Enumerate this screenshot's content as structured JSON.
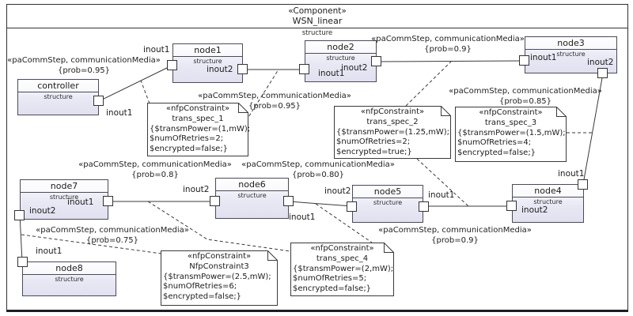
{
  "frame": {
    "stereotype": "«Component»",
    "title": "WSN_linear",
    "compartment_label": "structure"
  },
  "components": [
    {
      "name": "controller",
      "compartment": "structure",
      "port_labels": [
        "inout1"
      ]
    },
    {
      "name": "node1",
      "compartment": "structure",
      "port_labels": [
        "inout1",
        "inout2"
      ]
    },
    {
      "name": "node2",
      "compartment": "structure",
      "port_labels": [
        "inout1",
        "inout2"
      ]
    },
    {
      "name": "node3",
      "compartment": "structure",
      "port_labels": [
        "inout1",
        "inout2"
      ]
    },
    {
      "name": "node4",
      "compartment": "structure",
      "port_labels": [
        "inout1",
        "inout2"
      ]
    },
    {
      "name": "node5",
      "compartment": "structure",
      "port_labels": [
        "inout2",
        "inout1"
      ]
    },
    {
      "name": "node6",
      "compartment": "structure",
      "port_labels": [
        "inout2",
        "inout1"
      ]
    },
    {
      "name": "node7",
      "compartment": "structure",
      "port_labels": [
        "inout1",
        "inout2"
      ]
    },
    {
      "name": "node8",
      "compartment": "structure",
      "port_labels": [
        "inout1"
      ]
    }
  ],
  "notes": [
    {
      "stereotype": "«nfpConstraint»",
      "name": "trans_spec_1",
      "body": [
        "{$transmPower=(1,mW);",
        "$numOfRetries=2;",
        "$encrypted=false;}"
      ]
    },
    {
      "stereotype": "«nfpConstraint»",
      "name": "trans_spec_2",
      "body": [
        "{$transmPower=(1.25,mW);",
        "$numOfRetries=2;",
        "$encrypted=true;}"
      ]
    },
    {
      "stereotype": "«nfpConstraint»",
      "name": "trans_spec_3",
      "body": [
        "{$transmPower=(1.5,mW);",
        "$numOfRetries=4;",
        "$encrypted=false;}"
      ]
    },
    {
      "stereotype": "«nfpConstraint»",
      "name": "NfpConstraint3",
      "body": [
        "{$transmPower=(2.5,mW);",
        "$numOfRetries=6;",
        "$encrypted=false;}"
      ]
    },
    {
      "stereotype": "«nfpConstraint»",
      "name": "trans_spec_4",
      "body": [
        "{$transmPower=(2,mW);",
        "$numOfRetries=5;",
        "$encrypted=false;}"
      ]
    }
  ],
  "edge_labels": [
    {
      "stereotype": "«paCommStep, communicationMedia»",
      "tag": "{prob=0.95}"
    },
    {
      "stereotype": "«paCommStep, communicationMedia»",
      "tag": "{prob=0.95}"
    },
    {
      "stereotype": "«paCommStep, communicationMedia»",
      "tag": "{prob=0.9}"
    },
    {
      "stereotype": "«paCommStep, communicationMedia»",
      "tag": "{prob=0.85}"
    },
    {
      "stereotype": "«paCommStep, communicationMedia»",
      "tag": "{prob=0.8}"
    },
    {
      "stereotype": "«paCommStep, communicationMedia»",
      "tag": "{prob=0.80}"
    },
    {
      "stereotype": "«paCommStep, communicationMedia»",
      "tag": "{prob=0.9}"
    },
    {
      "stereotype": "«paCommStep, communicationMedia»",
      "tag": "{prob=0.75}"
    }
  ],
  "colors": {
    "component_fill_top": "#fdfdff",
    "component_fill_bottom": "#e0e0ef",
    "component_border": "#4a4a5c",
    "connector": "#3a3a3a",
    "note_fill": "#ffffff",
    "frame_border": "#2f2f3a"
  }
}
